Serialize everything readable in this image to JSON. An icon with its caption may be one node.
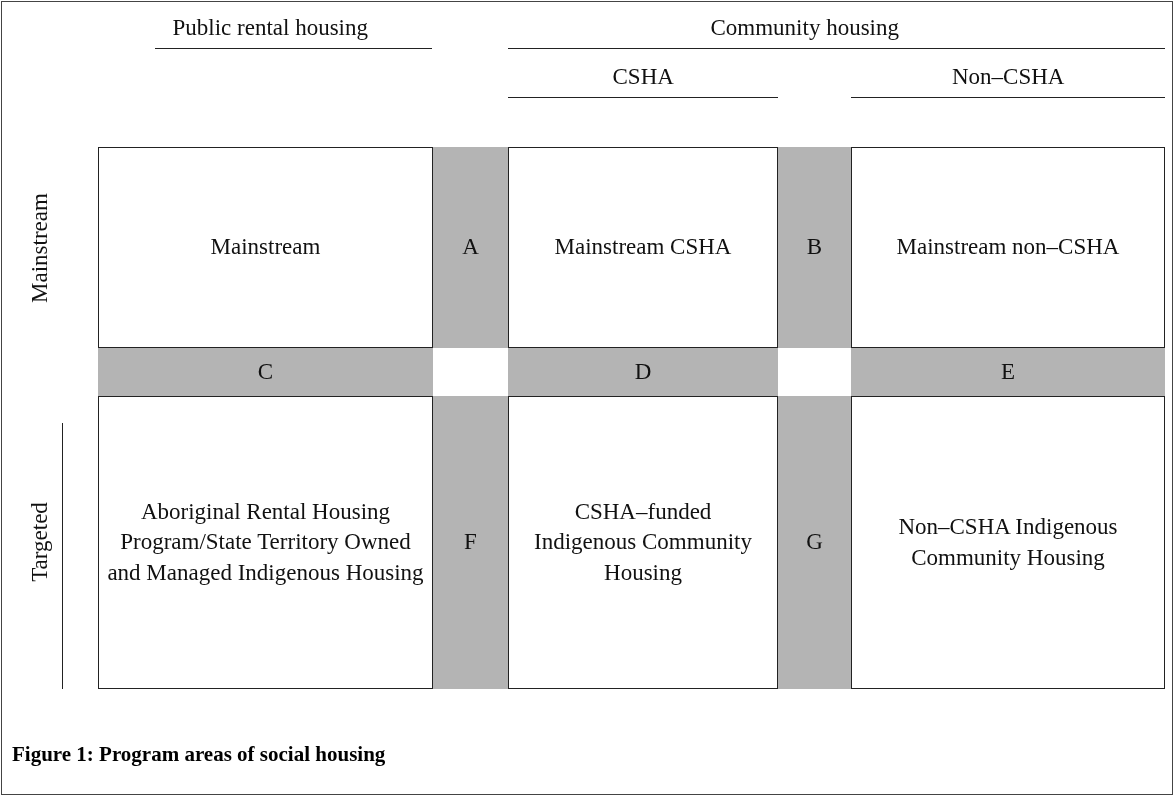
{
  "diagram": {
    "caption": "Figure 1: Program areas of social housing",
    "nodes": [
      {
        "text": [
          "Mainstream"
        ]
      },
      {
        "text": [
          "A"
        ]
      },
      {
        "text": [
          "Mainstream CSHA"
        ]
      },
      {
        "text": [
          "B"
        ]
      },
      {
        "text": [
          "Mainstream non–CSHA"
        ]
      },
      {
        "text": [
          "C"
        ]
      },
      {
        "text": [
          "D"
        ]
      },
      {
        "text": [
          "E"
        ]
      },
      {
        "text": [
          "Aboriginal Rental Housing Program/State Territory Owned and Managed Indigenous Housing"
        ]
      },
      {
        "text": [
          "F"
        ]
      },
      {
        "text": [
          "CSHA–funded Indigenous Community Housing"
        ]
      },
      {
        "text": [
          "G"
        ]
      },
      {
        "text": [
          "Non–CSHA Indigenous Community Housing"
        ]
      }
    ],
    "edges": [],
    "labels": [
      "Public rental housing",
      "Community housing",
      "CSHA",
      "Non–CSHA",
      "Mainstream",
      "Targeted"
    ]
  }
}
